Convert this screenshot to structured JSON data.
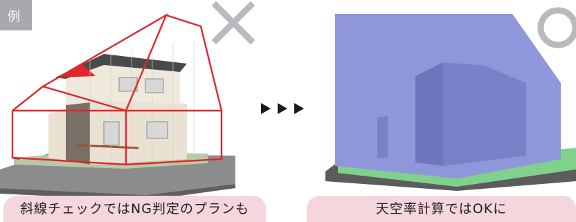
{
  "example_label": "例",
  "left_panel": {
    "caption": "斜線チェックではNG判定のプランも",
    "mark": "cross"
  },
  "right_panel": {
    "caption": "天空率計算ではOKに",
    "mark": "circle"
  },
  "colors": {
    "sky_volume": "#8f96d9",
    "boundary_red": "#e0262c",
    "caption_bg": "#f4d6dc",
    "mark_gray": "#b9babd"
  }
}
